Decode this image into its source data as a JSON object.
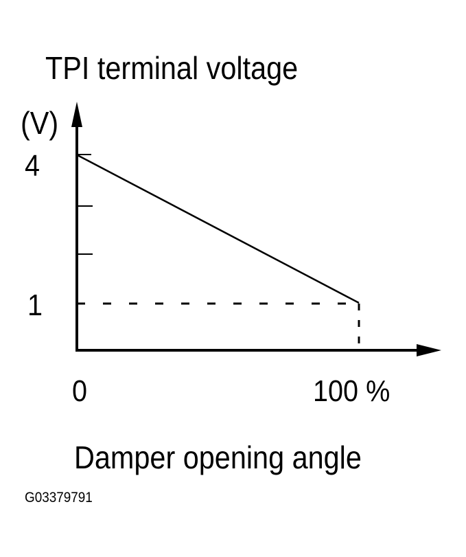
{
  "chart_data": {
    "type": "line",
    "title": "TPI terminal voltage",
    "ylabel": "TPI terminal voltage",
    "yunit": "(V)",
    "xlabel": "Damper opening angle",
    "xunit": "%",
    "x": [
      0,
      100
    ],
    "series": [
      {
        "name": "TPI terminal voltage",
        "values": [
          4,
          1
        ]
      }
    ],
    "xlim": [
      0,
      100
    ],
    "ylim": [
      0,
      4
    ],
    "y_tick_labels": [
      "1",
      "4"
    ],
    "y_ticks": [
      1,
      2,
      3,
      4
    ],
    "x_tick_labels": [
      "0",
      "100 %"
    ],
    "reference_lines": [
      {
        "type": "dashed",
        "from": [
          0,
          1
        ],
        "to": [
          100,
          1
        ]
      },
      {
        "type": "dashed",
        "from": [
          100,
          0
        ],
        "to": [
          100,
          1
        ]
      }
    ],
    "grid": false,
    "legend": null
  },
  "labels": {
    "title": "TPI terminal voltage",
    "unit": "(V)",
    "y_tick_4": "4",
    "y_tick_1": "1",
    "x_tick_0": "0",
    "x_tick_100": "100 %",
    "xlabel": "Damper opening angle",
    "figure_code": "G03379791"
  }
}
